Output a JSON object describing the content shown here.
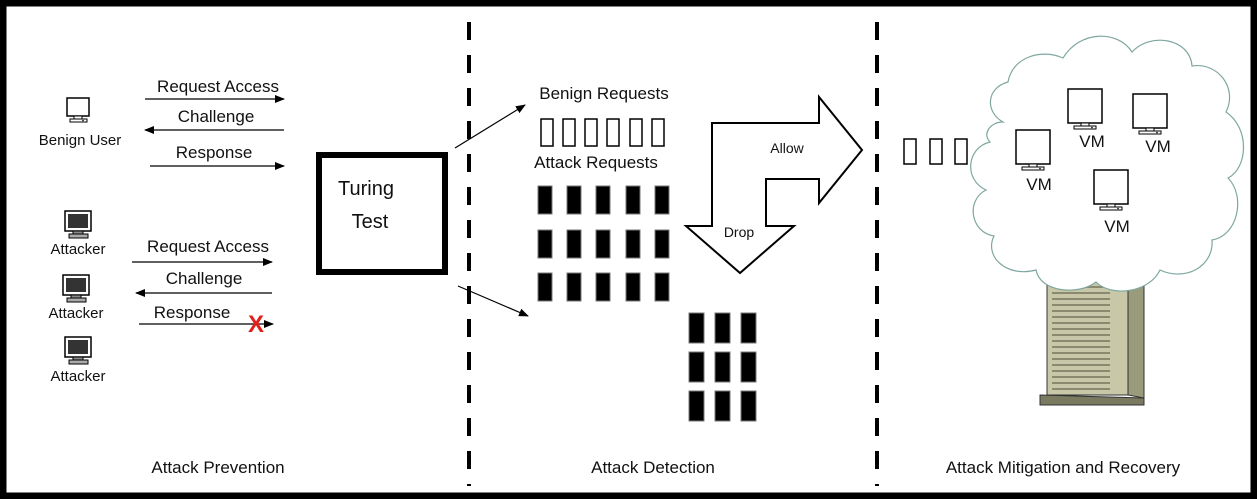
{
  "sections": {
    "prevention": "Attack Prevention",
    "detection": "Attack Detection",
    "mitigation": "Attack Mitigation and Recovery"
  },
  "benign_user": {
    "label": "Benign User",
    "arrows": [
      "Request Access",
      "Challenge",
      "Response"
    ]
  },
  "attackers": {
    "labels": [
      "Attacker",
      "Attacker",
      "Attacker"
    ],
    "arrows": [
      "Request Access",
      "Challenge",
      "Response"
    ],
    "blocked_mark": "X"
  },
  "turing_test": {
    "line1": "Turing",
    "line2": "Test"
  },
  "detection": {
    "benign_label": "Benign Requests",
    "attack_label": "Attack Requests",
    "allow_label": "Allow",
    "drop_label": "Drop"
  },
  "cloud": {
    "vm_labels": [
      "VM",
      "VM",
      "VM",
      "VM"
    ]
  },
  "colors": {
    "border": "#000000",
    "blocked": "#e0201c",
    "cloud_stroke": "#7fa7a0",
    "server_fill": "#c8c8a8",
    "attacker_screen": "#333333"
  }
}
